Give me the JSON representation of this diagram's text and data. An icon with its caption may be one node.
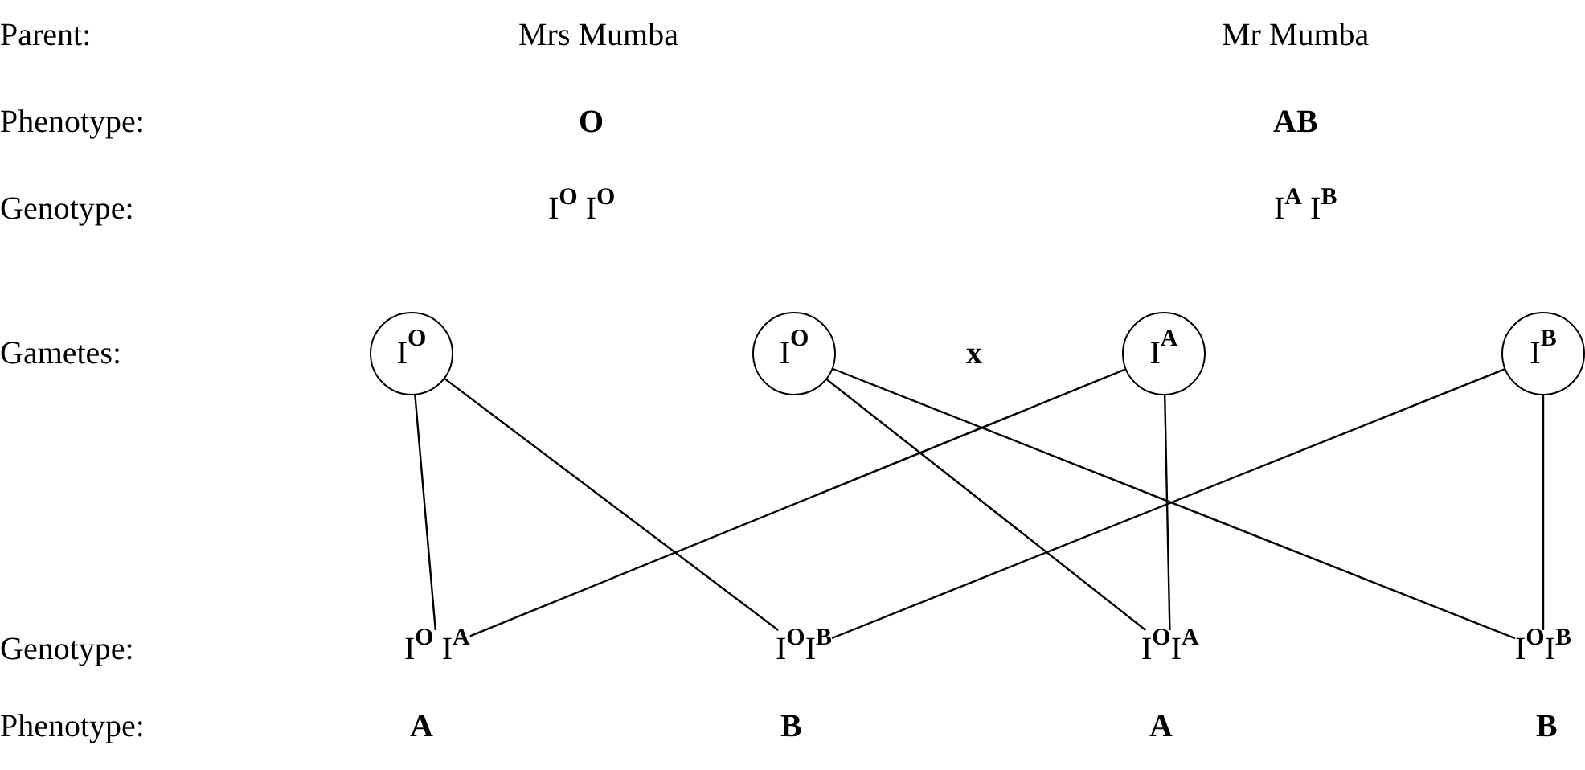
{
  "diagram": {
    "nodes": [
      {
        "text": [
          "I$^{O}$"
        ]
      },
      {
        "text": [
          "I$^{O}$"
        ]
      },
      {
        "text": [
          "I$^{A}$"
        ]
      },
      {
        "text": [
          "I$^{B}$"
        ]
      },
      {
        "text": [
          "I$^{O}$ I$^{A}$"
        ]
      },
      {
        "text": [
          "I$^{O}$I$^{B}$"
        ]
      },
      {
        "text": [
          "I$^{O}$I$^{A}$"
        ]
      },
      {
        "text": [
          "I$^{O}$I$^{B}$"
        ]
      }
    ],
    "edges": [
      {
        "from": 0,
        "to": 4,
        "arrow": "none"
      },
      {
        "from": 0,
        "to": 5,
        "arrow": "none"
      },
      {
        "from": 1,
        "to": 6,
        "arrow": "none"
      },
      {
        "from": 1,
        "to": 7,
        "arrow": "none"
      },
      {
        "from": 2,
        "to": 4,
        "arrow": "none"
      },
      {
        "from": 2,
        "to": 6,
        "arrow": "none"
      },
      {
        "from": 3,
        "to": 5,
        "arrow": "none"
      },
      {
        "from": 3,
        "to": 7,
        "arrow": "none"
      }
    ],
    "labels": [
      "Parent:",
      "Mrs Mumba",
      "Mr Mumba",
      "Phenotype:",
      "O",
      "AB",
      "Genotype:",
      "I$^{O}$ I$^{O}$",
      "I$^{A}$ I$^{B}$",
      "Gametes:",
      "x",
      "Genotype:",
      "Phenotype:",
      "A",
      "B",
      "A",
      "B"
    ]
  }
}
